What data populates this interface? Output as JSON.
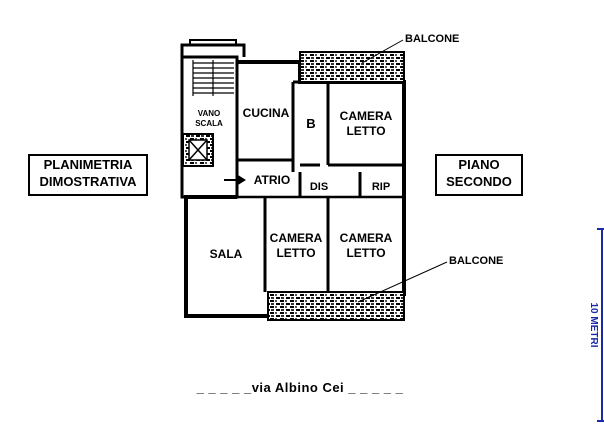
{
  "left_label": {
    "line1": "PLANIMETRIA",
    "line2": "DIMOSTRATIVA"
  },
  "right_label": {
    "line1": "PIANO",
    "line2": "SECONDO"
  },
  "rooms": {
    "vano_scala": {
      "line1": "VANO",
      "line2": "SCALA"
    },
    "cucina": "CUCINA",
    "bagno": "B",
    "camera_top": {
      "line1": "CAMERA",
      "line2": "LETTO"
    },
    "atrio": "ATRIO",
    "dis": "DIS",
    "rip": "RIP",
    "sala": "SALA",
    "camera_mid": {
      "line1": "CAMERA",
      "line2": "LETTO"
    },
    "camera_right": {
      "line1": "CAMERA",
      "line2": "LETTO"
    }
  },
  "balcone_top": "BALCONE",
  "balcone_bottom": "BALCONE",
  "scale_label": "10 METRI",
  "street": "_ _ _ _ _via Albino Cei _ _ _ _ _",
  "colors": {
    "wall": "#000000",
    "hatch": "#000000",
    "scale": "#1a2aa8",
    "background": "#ffffff"
  }
}
